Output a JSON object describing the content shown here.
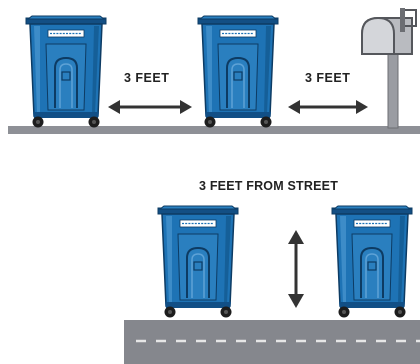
{
  "labels": {
    "spacing_between_carts": "3 FEET",
    "spacing_to_mailbox": "3 FEET",
    "distance_from_street": "3 FEET FROM STREET"
  },
  "icons": {
    "cart": "trash-cart-icon",
    "mailbox": "mailbox-icon",
    "arrow_horizontal": "double-arrow-horizontal-icon",
    "arrow_vertical": "double-arrow-vertical-icon"
  },
  "colors": {
    "cart_body": "#1e73b5",
    "cart_dark": "#114f86",
    "cart_light": "#5ea2d6",
    "ground": "#8e9096",
    "road": "#85878d",
    "lane_marking": "#e6e6e6",
    "mailbox": "#9a9ca2"
  }
}
